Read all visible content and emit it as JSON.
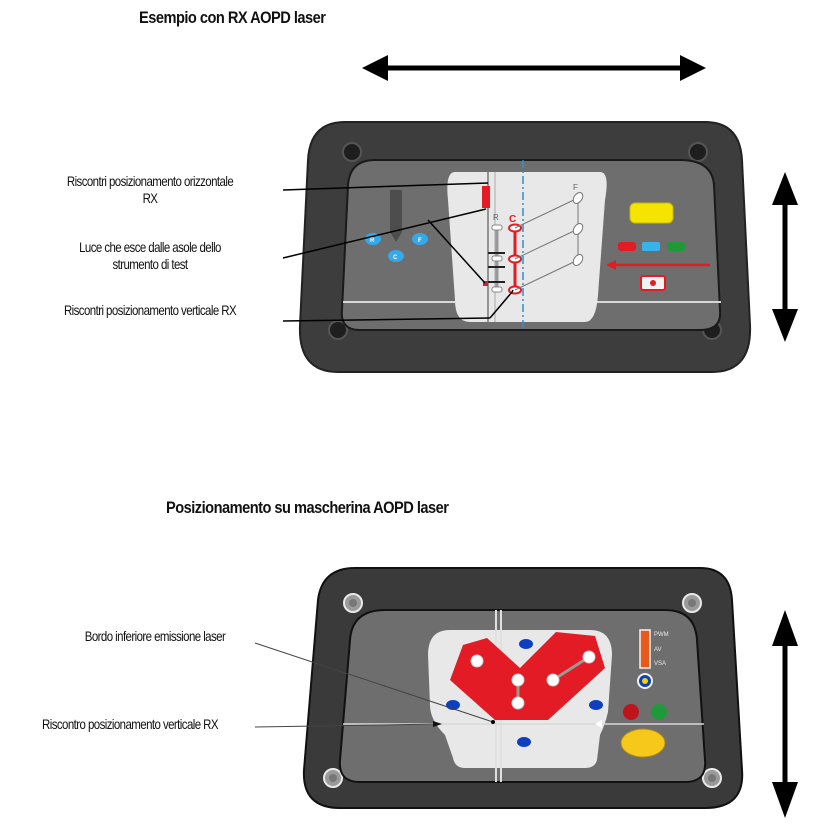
{
  "section1": {
    "title": "Esempio con RX AOPD laser",
    "callouts": [
      {
        "line1": "Riscontri posizionamento orizzontale",
        "line2": "RX"
      },
      {
        "line1": "Luce che esce dalle asole dello",
        "line2": "strumento di test"
      },
      {
        "line1": "Riscontri posizionamento verticale RX",
        "line2": ""
      }
    ],
    "panel": {
      "left_buttons": [
        "R",
        "C",
        "F"
      ],
      "scale_labels": [
        "R",
        "C",
        "F"
      ],
      "indicator_colors": {
        "yellow": "#f5e400",
        "red": "#e21b24",
        "blue": "#35b3ea",
        "green": "#1f9a3a"
      }
    },
    "arrows": {
      "horizontal": "double-arrow-horizontal",
      "vertical": "double-arrow-vertical"
    }
  },
  "section2": {
    "title": "Posizionamento su mascherina AOPD laser",
    "callouts": [
      {
        "text": "Bordo inferiore emissione laser"
      },
      {
        "text": "Riscontro posizionamento verticale RX"
      }
    ],
    "panel": {
      "mode_labels": [
        "PWM",
        "AV",
        "VSA"
      ],
      "indicator_colors": {
        "red": "#c0141c",
        "green": "#1f9a3a",
        "yellow": "#f7c81c",
        "blue_dots": "#0d3fc0",
        "mask": "#e21b24"
      }
    },
    "arrows": {
      "vertical": "double-arrow-vertical"
    }
  },
  "colors": {
    "frame": "#3a3a3a",
    "panel": "#6d6d6d",
    "window": "#e6e6e6",
    "accent_red": "#e21b24",
    "accent_blue": "#2a8fd6"
  }
}
